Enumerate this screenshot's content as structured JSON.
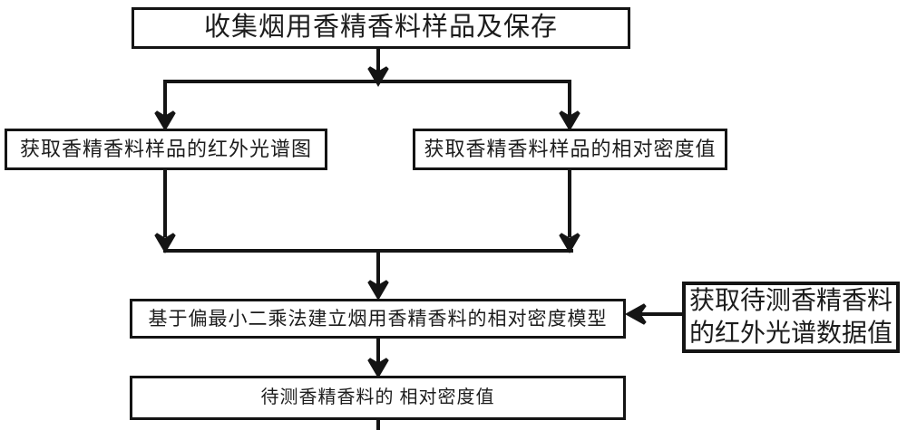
{
  "diagram": {
    "title_hint": "tobacco flavor relative-density model flowchart",
    "background_color": "#ffffff",
    "line_color": "#141414",
    "nodes": {
      "collect": {
        "label": "收集烟用香精香料样品及保存"
      },
      "ir_spectrum": {
        "label": "获取香精香料样品的红外光谱图"
      },
      "rel_density": {
        "label": "获取香精香料样品的相对密度值"
      },
      "pls_model": {
        "label": "基于偏最小二乘法建立烟用香精香料的相对密度模型"
      },
      "test_result": {
        "label": "待测香精香料的 相对密度值"
      },
      "test_sample": {
        "line1": "获取待测香精香料",
        "line2": "的红外光谱数据值"
      }
    },
    "edges": [
      {
        "from": "collect",
        "to": "ir_spectrum"
      },
      {
        "from": "collect",
        "to": "rel_density"
      },
      {
        "from": "ir_spectrum",
        "to": "pls_model"
      },
      {
        "from": "rel_density",
        "to": "pls_model"
      },
      {
        "from": "test_sample",
        "to": "pls_model"
      },
      {
        "from": "pls_model",
        "to": "test_result"
      }
    ]
  }
}
